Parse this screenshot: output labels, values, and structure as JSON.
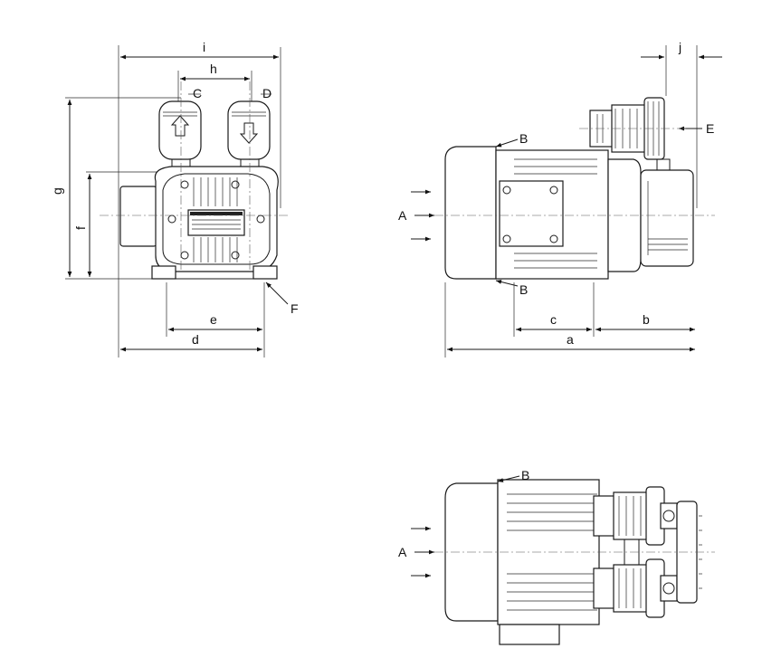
{
  "labels": {
    "i": "i",
    "h": "h",
    "C": "C",
    "D": "D",
    "g": "g",
    "f": "f",
    "e": "e",
    "d": "d",
    "F": "F",
    "j": "j",
    "E": "E",
    "B_top": "B",
    "A_side": "A",
    "B_bottom": "B",
    "c": "c",
    "b": "b",
    "a": "a",
    "B_plan": "B",
    "A_plan": "A"
  }
}
